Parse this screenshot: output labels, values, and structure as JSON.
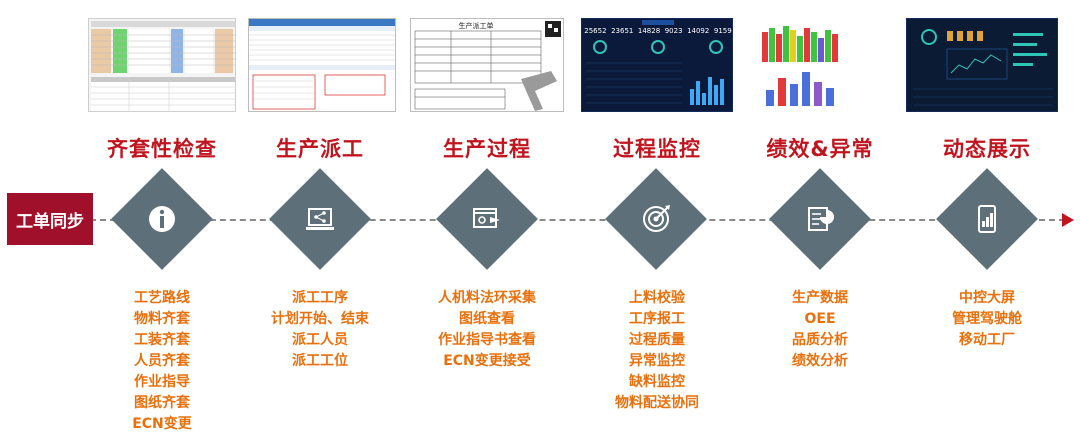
{
  "start_label": "工单同步",
  "stages": [
    {
      "title": "齐套性检查",
      "items": [
        "工艺路线",
        "物料齐套",
        "工装齐套",
        "人员齐套",
        "作业指导",
        "图纸齐套",
        "ECN变更"
      ]
    },
    {
      "title": "生产派工",
      "items": [
        "派工工序",
        "计划开始、结束",
        "派工人员",
        "派工工位"
      ]
    },
    {
      "title": "生产过程",
      "items": [
        "人机料法环采集",
        "图纸查看",
        "作业指导书查看",
        "ECN变更接受"
      ]
    },
    {
      "title": "过程监控",
      "items": [
        "上料校验",
        "工序报工",
        "过程质量",
        "异常监控",
        "缺料监控",
        "物料配送协同"
      ]
    },
    {
      "title": "绩效&异常",
      "items": [
        "生产数据",
        "OEE",
        "品质分析",
        "绩效分析"
      ]
    },
    {
      "title": "动态展示",
      "items": [
        "中控大屏",
        "管理驾驶舱",
        "移动工厂"
      ]
    }
  ],
  "thumbnails": {
    "work_order_title": "生产派工单",
    "dashboard_numbers": [
      "25652",
      "23651",
      "14828",
      "9023",
      "14092",
      "9159"
    ]
  },
  "colors": {
    "title": "#c0141e",
    "items": "#e8700d",
    "diamond": "#5d6f78",
    "start": "#a0102a"
  },
  "icons": [
    "info-icon",
    "monitor-share-icon",
    "browser-gear-icon",
    "target-icon",
    "report-chart-icon",
    "tablet-chart-icon"
  ]
}
